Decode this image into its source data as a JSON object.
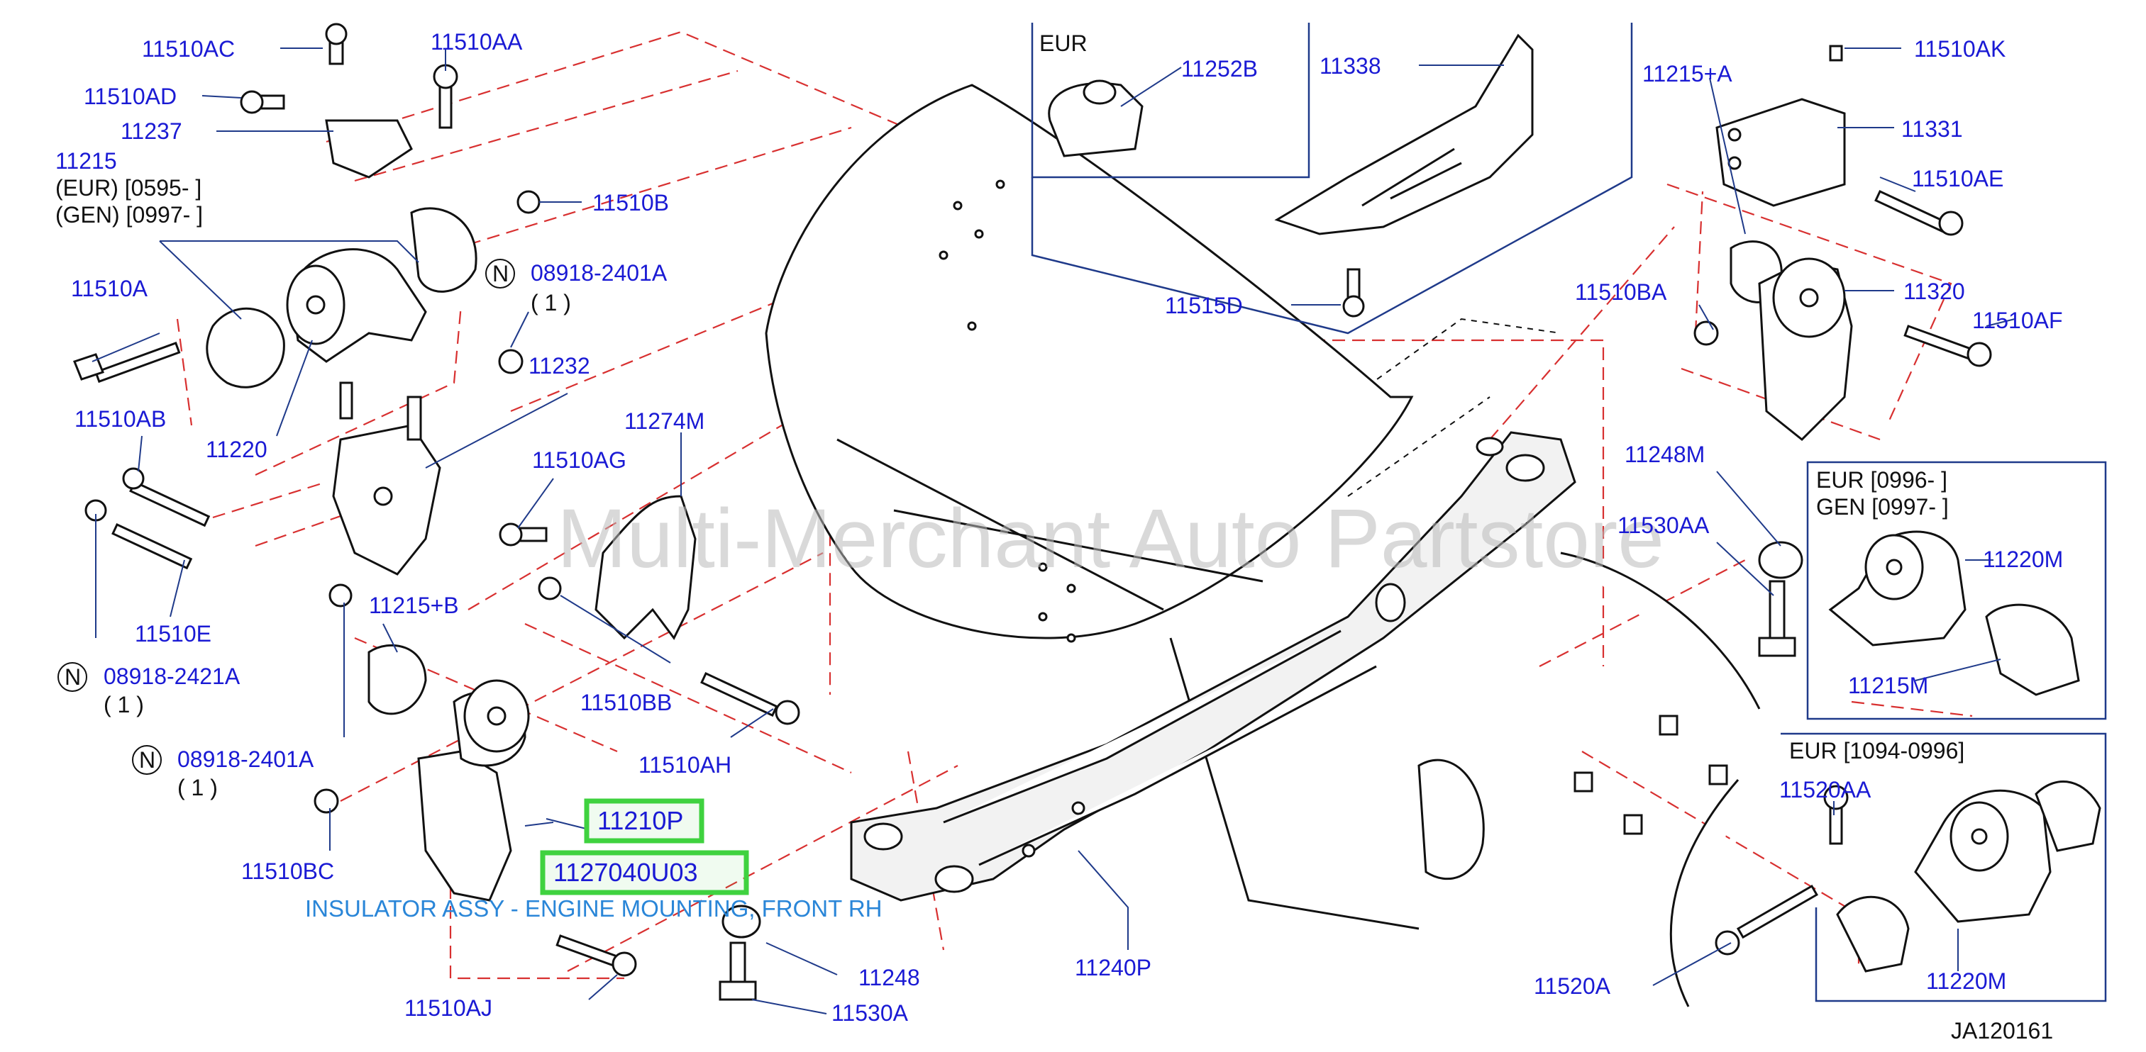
{
  "diagram": {
    "watermark": "Multi-Merchant Auto Partstore",
    "code": "JA120161",
    "description": "INSULATOR ASSY - ENGINE MOUNTING, FRONT RH",
    "hotspots": [
      "11210P",
      "1127040U03"
    ],
    "notes": {
      "n_sym": "N",
      "one": "( 1 )"
    },
    "boxes": {
      "eur_top": "EUR",
      "eur_gen_l1": "EUR  [0996-            ]",
      "eur_gen_l2": "GEN  [0997-            ]",
      "eur_range": "EUR  [1094-0996]",
      "part_11215_l1": "(EUR)   [0595-          ]",
      "part_11215_l2": "(GEN)   [0997-          ]"
    },
    "labels": {
      "p11510AC": "11510AC",
      "p11510AA": "11510AA",
      "p11510AD": "11510AD",
      "p11237": "11237",
      "p11215": "11215",
      "p11510B": "11510B",
      "p08918_2401A_1": "08918-2401A",
      "p11510A": "11510A",
      "p11232": "11232",
      "p11510AB": "11510AB",
      "p11220": "11220",
      "p11274M": "11274M",
      "p11510AG": "11510AG",
      "p11510E": "11510E",
      "p08918_2421A": "08918-2421A",
      "p11215B": "11215+B",
      "p11510BB": "11510BB",
      "p11510AH": "11510AH",
      "p08918_2401A_2": "08918-2401A",
      "p11510BC": "11510BC",
      "p11248": "11248",
      "p11510AJ": "11510AJ",
      "p11530A": "11530A",
      "p11240P": "11240P",
      "p11252B": "11252B",
      "p11338": "11338",
      "p11515D": "11515D",
      "p11215A": "11215+A",
      "p11510AK": "11510AK",
      "p11331": "11331",
      "p11510AE": "11510AE",
      "p11510BA": "11510BA",
      "p11320": "11320",
      "p11510AF": "11510AF",
      "p11248M": "11248M",
      "p11530AA": "11530AA",
      "p11220M_1": "11220M",
      "p11215M": "11215M",
      "p11520AA": "11520AA",
      "p11520A": "11520A",
      "p11220M_2": "11220M"
    }
  }
}
